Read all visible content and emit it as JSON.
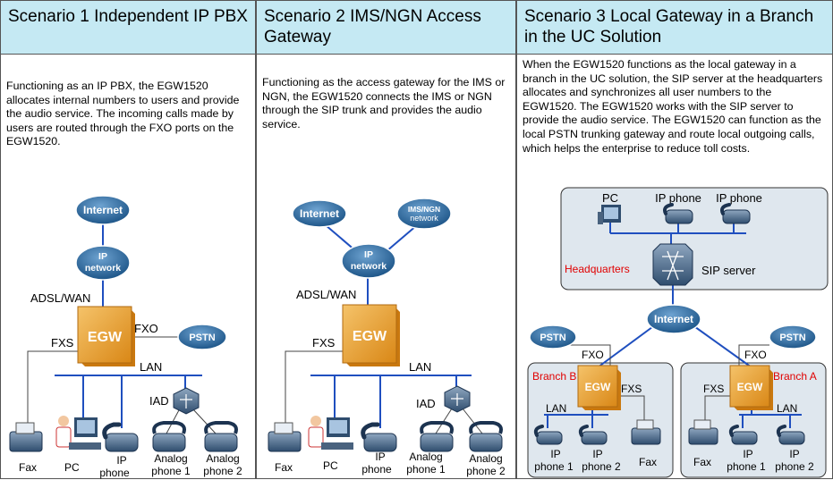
{
  "scenarios": [
    {
      "title": "Scenario 1 Independent IP PBX",
      "description": "Functioning as an IP PBX, the EGW1520 allocates internal numbers to users and provide the audio service. The incoming calls made by users are routed through the FXO ports on the EGW1520.",
      "labels": {
        "internet": "Internet",
        "ip_network": "IP network",
        "adsl": "ADSL/WAN",
        "egw": "EGW",
        "fxo": "FXO",
        "fxs": "FXS",
        "pstn": "PSTN",
        "lan": "LAN",
        "iad": "IAD",
        "fax": "Fax",
        "pc": "PC",
        "ip_phone": "IP phone",
        "analog1": "Analog phone 1",
        "analog2": "Analog phone 2"
      }
    },
    {
      "title": "Scenario 2 IMS/NGN Access Gateway",
      "description": "Functioning as the access gateway for the IMS or NGN, the EGW1520 connects the IMS or NGN through the SIP trunk and provides the audio service.",
      "labels": {
        "internet": "Internet",
        "ims": "IMS/NGN network",
        "ip_network": "IP network",
        "adsl": "ADSL/WAN",
        "egw": "EGW",
        "fxs": "FXS",
        "lan": "LAN",
        "iad": "IAD",
        "fax": "Fax",
        "pc": "PC",
        "ip_phone": "IP phone",
        "analog1": "Analog phone 1",
        "analog2": "Analog phone 2"
      }
    },
    {
      "title": "Scenario 3 Local Gateway in a Branch in the UC Solution",
      "description": "When the EGW1520 functions as the local gateway in a branch in the UC solution, the SIP server at the headquarters allocates and synchronizes all user numbers to the EGW1520. The EGW1520 works with the SIP server to provide the audio service. The EGW1520 can function as the local PSTN trunking gateway and route local outgoing calls, which helps the enterprise to reduce toll costs.",
      "labels": {
        "pc": "PC",
        "ip_phone_a": "IP phone",
        "ip_phone_b": "IP phone",
        "headquarters": "Headquarters",
        "sip_server": "SIP server",
        "internet": "Internet",
        "pstn": "PSTN",
        "fxo": "FXO",
        "fxs": "FXS",
        "lan": "LAN",
        "egw": "EGW",
        "branch_b": "Branch B",
        "branch_a": "Branch A",
        "ip_phone1": "IP phone 1",
        "ip_phone2": "IP phone 2",
        "fax": "Fax"
      }
    }
  ],
  "colors": {
    "header_bg": "#c5e9f3",
    "cloud": "#2f6ea3",
    "egw": "#e8a23a",
    "lan_line": "#1f4fbf",
    "red_label": "#e00000",
    "region_bg": "#dfe7ee"
  }
}
